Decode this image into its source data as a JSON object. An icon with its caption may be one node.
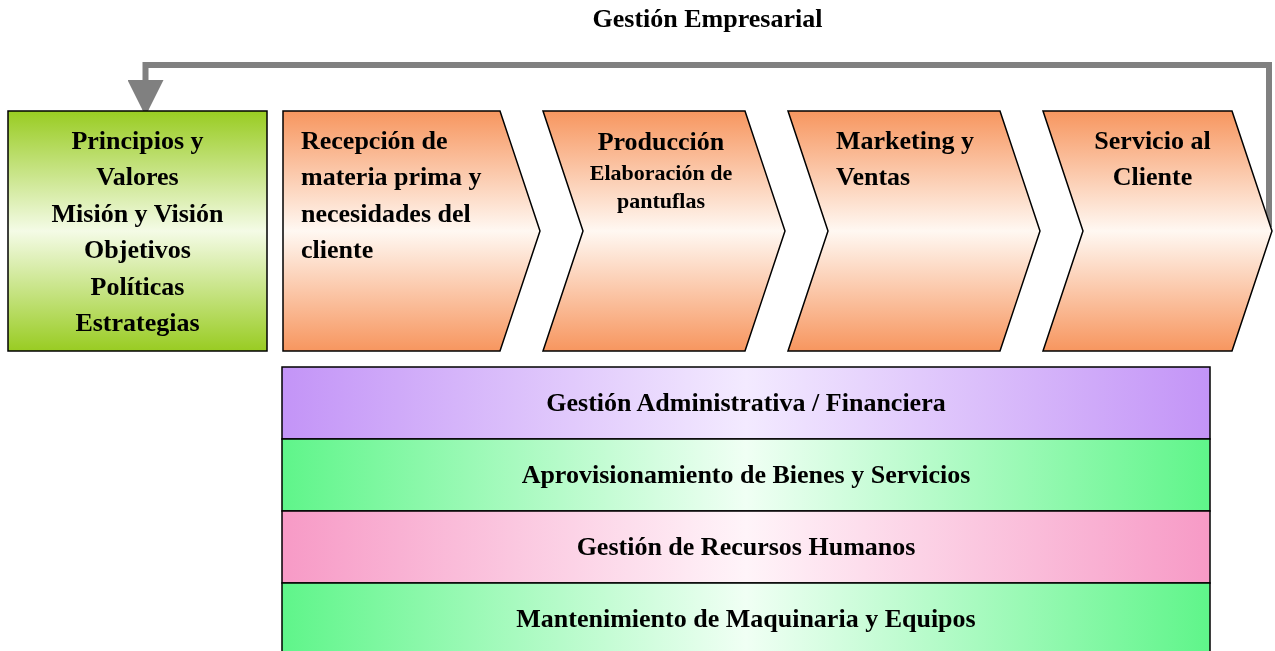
{
  "diagram": {
    "title": "Gestión Empresarial",
    "nodes": [
      {
        "text": [
          "Principios y Valores",
          "Misión y Visión",
          "Objetivos",
          "Políticas",
          "Estrategias"
        ]
      },
      {
        "text": [
          "Recepción de materia prima y necesidades del cliente"
        ]
      },
      {
        "text": [
          "Producción",
          "Elaboración de pantuflas"
        ]
      },
      {
        "text": [
          "Marketing y Ventas"
        ]
      },
      {
        "text": [
          "Servicio al Cliente"
        ]
      },
      {
        "text": [
          "Gestión Administrativa / Financiera"
        ]
      },
      {
        "text": [
          "Aprovisionamiento de Bienes y Servicios"
        ]
      },
      {
        "text": [
          "Gestión de Recursos Humanos"
        ]
      },
      {
        "text": [
          "Mantenimiento de Maquinaria y Equipos"
        ]
      }
    ],
    "edges": [
      {
        "from": 4,
        "to": 0,
        "arrow": "to",
        "color": "#808080"
      }
    ]
  }
}
